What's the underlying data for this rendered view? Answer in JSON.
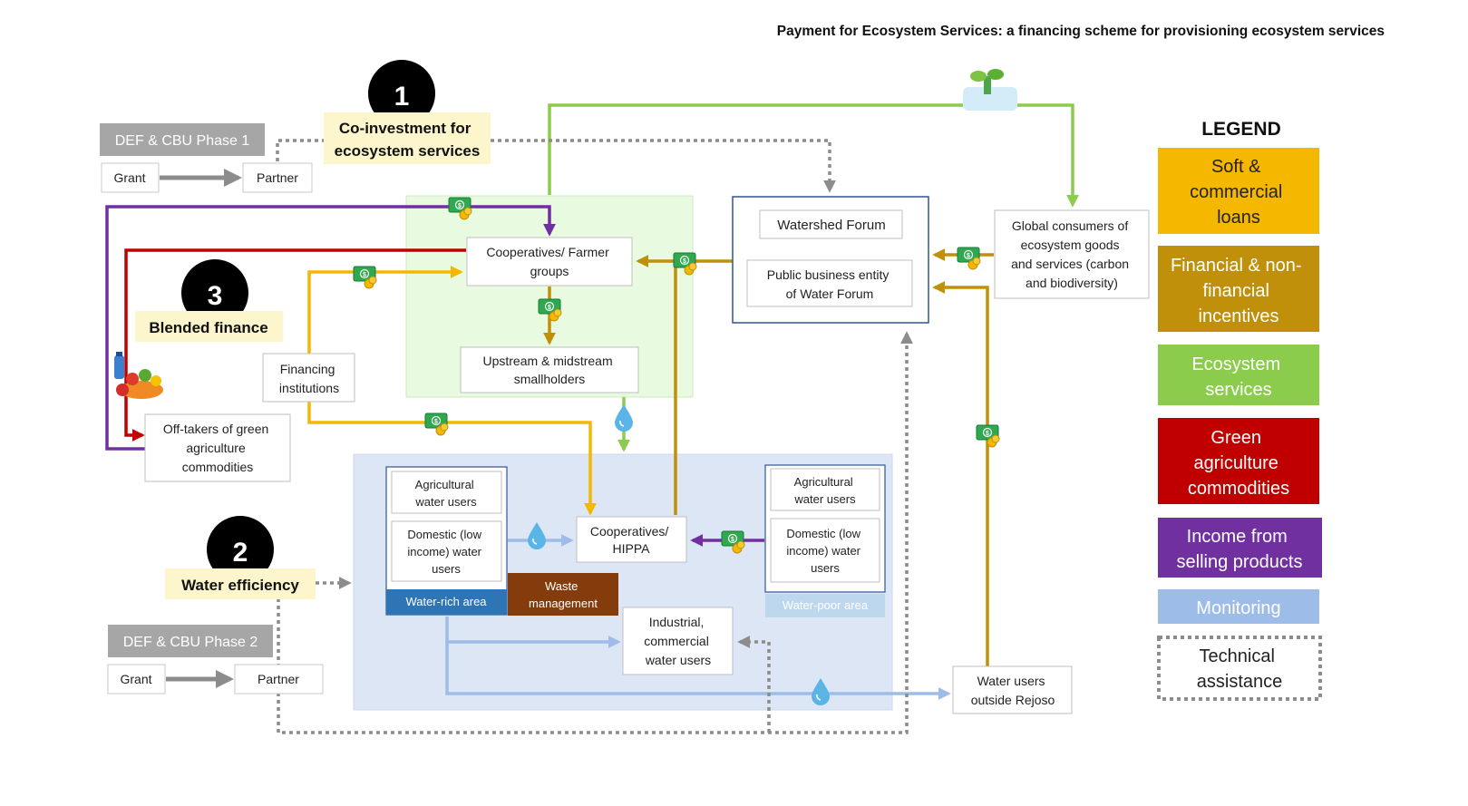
{
  "title": "Payment for Ecosystem Services: a financing scheme for provisioning ecosystem services",
  "colors": {
    "soft_loans": "#f5b700",
    "incentives": "#c0900a",
    "ecosystem": "#8ccc4c",
    "green_agri": "#c00000",
    "income": "#7030a0",
    "monitoring": "#9dbde8",
    "technical": "#8c8c8c"
  },
  "icons": [
    "money-icon",
    "water-drop-icon",
    "sprout-icon",
    "produce-icon"
  ],
  "schemes": {
    "s1": {
      "number": "1",
      "label_line1": "Co-investment for",
      "label_line2": "ecosystem services"
    },
    "s2": {
      "number": "2",
      "label": "Water efficiency"
    },
    "s3": {
      "number": "3",
      "label": "Blended finance"
    }
  },
  "phases": {
    "p1": {
      "title": "DEF & CBU Phase 1",
      "grant": "Grant",
      "partner": "Partner"
    },
    "p2": {
      "title": "DEF & CBU Phase 2",
      "grant": "Grant",
      "partner": "Partner"
    }
  },
  "nodes": {
    "coops": [
      "Cooperatives/ Farmer",
      "groups"
    ],
    "smallholders": [
      "Upstream & midstream",
      "smallholders"
    ],
    "watershed": "Watershed Forum",
    "public_entity": [
      "Public business entity",
      "of Water Forum"
    ],
    "global_consumers": [
      "Global consumers of",
      "ecosystem goods",
      "and services (carbon",
      "and biodiversity)"
    ],
    "financing": [
      "Financing",
      "institutions"
    ],
    "offtakers": [
      "Off-takers of green",
      "agriculture",
      "commodities"
    ],
    "rich_agri": [
      "Agricultural",
      "water users"
    ],
    "rich_domestic": [
      "Domestic (low",
      "income) water",
      "users"
    ],
    "rich_area": "Water-rich area",
    "waste": [
      "Waste",
      "management"
    ],
    "hippa": [
      "Cooperatives/",
      "HIPPA"
    ],
    "poor_agri": [
      "Agricultural",
      "water users"
    ],
    "poor_domestic": [
      "Domestic (low",
      "income) water",
      "users"
    ],
    "poor_area": "Water-poor area",
    "industrial": [
      "Industrial,",
      "commercial",
      "water users"
    ],
    "outside": [
      "Water users",
      "outside Rejoso"
    ]
  },
  "legend": {
    "title": "LEGEND",
    "items": [
      {
        "key": "soft_loans",
        "lines": [
          "Soft &",
          "commercial",
          "loans"
        ]
      },
      {
        "key": "incentives",
        "lines": [
          "Financial & non-",
          "financial",
          "incentives"
        ]
      },
      {
        "key": "ecosystem",
        "lines": [
          "Ecosystem",
          "services"
        ]
      },
      {
        "key": "green_agri",
        "lines": [
          "Green",
          "agriculture",
          "commodities"
        ]
      },
      {
        "key": "income",
        "lines": [
          "Income from",
          "selling products"
        ]
      },
      {
        "key": "monitoring",
        "lines": [
          "Monitoring"
        ]
      },
      {
        "key": "technical",
        "lines": [
          "Technical",
          "assistance"
        ]
      }
    ]
  }
}
